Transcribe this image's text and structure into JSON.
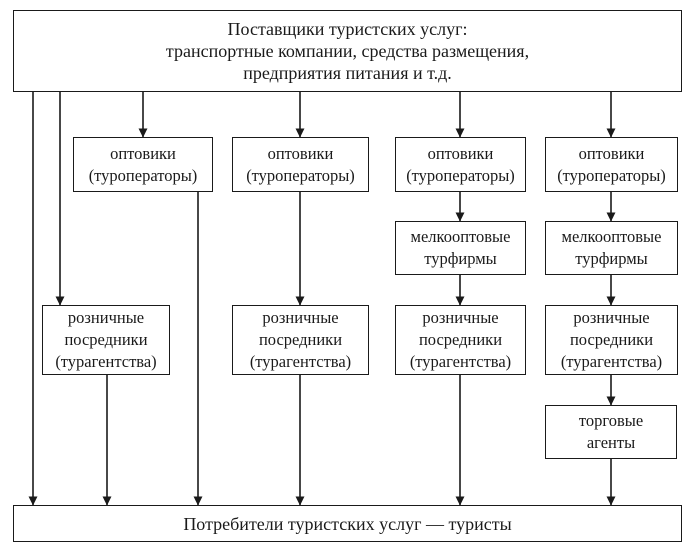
{
  "suppliers": {
    "line1": "Поставщики туристских услуг:",
    "line2": "транспортные компании, средства размещения,",
    "line3": "предприятия питания и т.д."
  },
  "consumers": "Потребители туристских услуг — туристы",
  "wholesaler": {
    "line1": "оптовики",
    "line2": "(туроператоры)"
  },
  "small_wholesaler": {
    "line1": "мелкооптовые",
    "line2": "турфирмы"
  },
  "retailer": {
    "line1": "розничные",
    "line2": "посредники",
    "line3": "(турагентства)"
  },
  "trade_agents": {
    "line1": "торговые",
    "line2": "агенты"
  },
  "colors": {
    "line": "#1a1a1a",
    "background": "#ffffff"
  }
}
